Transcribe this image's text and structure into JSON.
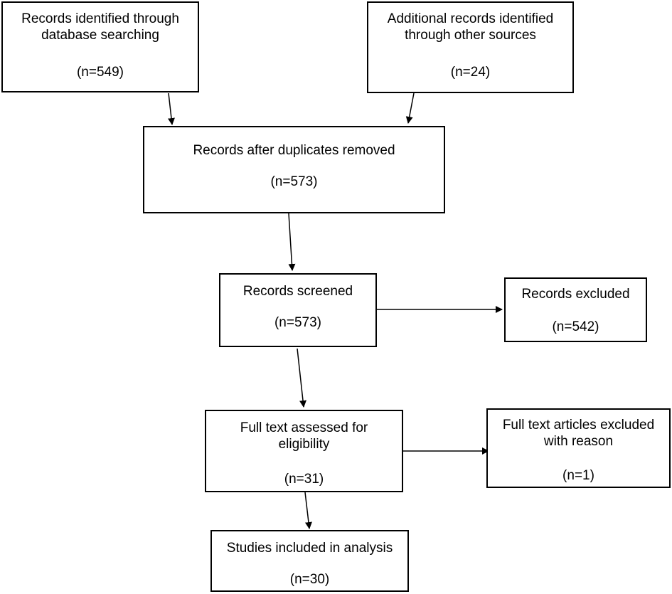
{
  "boxes": {
    "database": {
      "title": "Records identified through database searching",
      "count": "(n=549)"
    },
    "other": {
      "title": "Additional records identified through other sources",
      "count": "(n=24)"
    },
    "dedup": {
      "title": "Records after duplicates removed",
      "count": "(n=573)"
    },
    "screened": {
      "title": "Records screened",
      "count": "(n=573)"
    },
    "excluded": {
      "title": "Records excluded",
      "count": "(n=542)"
    },
    "fulltext": {
      "title": "Full text assessed for eligibility",
      "count": "(n=31)"
    },
    "fulltext_excluded": {
      "title": "Full text articles excluded with reason",
      "count": "(n=1)"
    },
    "included": {
      "title": "Studies included in analysis",
      "count": "(n=30)"
    }
  }
}
